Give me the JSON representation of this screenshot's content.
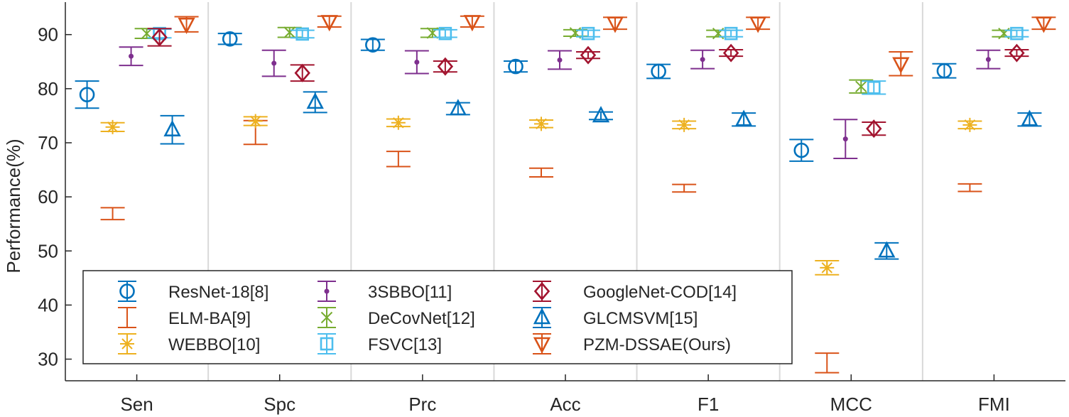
{
  "chart_data": {
    "type": "scatter",
    "subtype": "errorbar",
    "ylabel": "Performance(%)",
    "xlabel": "",
    "ylim": [
      26,
      96
    ],
    "yticks": [
      30,
      40,
      50,
      60,
      70,
      80,
      90
    ],
    "categories": [
      "Sen",
      "Spc",
      "Prc",
      "Acc",
      "F1",
      "MCC",
      "FMI"
    ],
    "grid": "vertical dividers between categories",
    "legend_position": "bottom-left",
    "legend_columns": 3,
    "series": [
      {
        "name": "ResNet-18[8]",
        "marker": "circle",
        "color": "#0072BD",
        "values": [
          78.9,
          89.2,
          88.1,
          84.1,
          83.2,
          68.6,
          83.3
        ],
        "errors": [
          2.5,
          1.0,
          1.0,
          1.0,
          1.3,
          2.0,
          1.3
        ]
      },
      {
        "name": "ELM-BA[9]",
        "marker": "none",
        "color": "#D95319",
        "values": [
          56.9,
          71.9,
          67.0,
          64.5,
          61.6,
          29.3,
          61.7
        ],
        "errors": [
          1.1,
          2.2,
          1.4,
          0.8,
          0.7,
          1.8,
          0.7
        ]
      },
      {
        "name": "WEBBO[10]",
        "marker": "asterisk",
        "color": "#EDB120",
        "values": [
          72.9,
          74.0,
          73.7,
          73.5,
          73.3,
          46.9,
          73.3
        ],
        "errors": [
          0.8,
          0.8,
          0.7,
          0.7,
          0.7,
          1.3,
          0.7
        ]
      },
      {
        "name": "3SBBO[11]",
        "marker": "dot",
        "color": "#7E2F8E",
        "values": [
          86.0,
          84.7,
          84.9,
          85.3,
          85.4,
          70.7,
          85.4
        ],
        "errors": [
          1.7,
          2.4,
          2.1,
          1.7,
          1.7,
          3.6,
          1.7
        ]
      },
      {
        "name": "DeCovNet[12]",
        "marker": "x",
        "color": "#77AC30",
        "values": [
          90.2,
          90.4,
          90.3,
          90.3,
          90.2,
          80.4,
          90.2
        ],
        "errors": [
          0.9,
          0.9,
          0.8,
          0.6,
          0.6,
          1.2,
          0.6
        ]
      },
      {
        "name": "FSVC[13]",
        "marker": "square",
        "color": "#4DBEEE",
        "values": [
          90.2,
          90.1,
          90.2,
          90.2,
          90.2,
          80.2,
          90.2
        ],
        "errors": [
          0.8,
          0.7,
          0.7,
          0.6,
          0.6,
          1.2,
          0.6
        ]
      },
      {
        "name": "GoogleNet-COD[14]",
        "marker": "diamond",
        "color": "#A2142F",
        "values": [
          89.5,
          82.9,
          84.1,
          86.2,
          86.6,
          72.6,
          86.6
        ],
        "errors": [
          1.6,
          1.5,
          1.0,
          0.6,
          0.6,
          1.2,
          0.6
        ]
      },
      {
        "name": "GLCMSVM[15]",
        "marker": "triangle-up",
        "color": "#0072BD",
        "values": [
          72.4,
          77.5,
          76.3,
          75.0,
          74.3,
          50.0,
          74.3
        ],
        "errors": [
          2.6,
          1.9,
          1.1,
          0.7,
          1.2,
          1.5,
          1.2
        ]
      },
      {
        "name": "PZM-DSSAE(Ours)",
        "marker": "triangle-down",
        "color": "#D95319",
        "values": [
          91.9,
          92.4,
          92.4,
          92.1,
          92.1,
          84.6,
          92.1
        ],
        "errors": [
          1.4,
          1.0,
          1.0,
          1.1,
          1.1,
          2.2,
          1.1
        ]
      }
    ]
  }
}
